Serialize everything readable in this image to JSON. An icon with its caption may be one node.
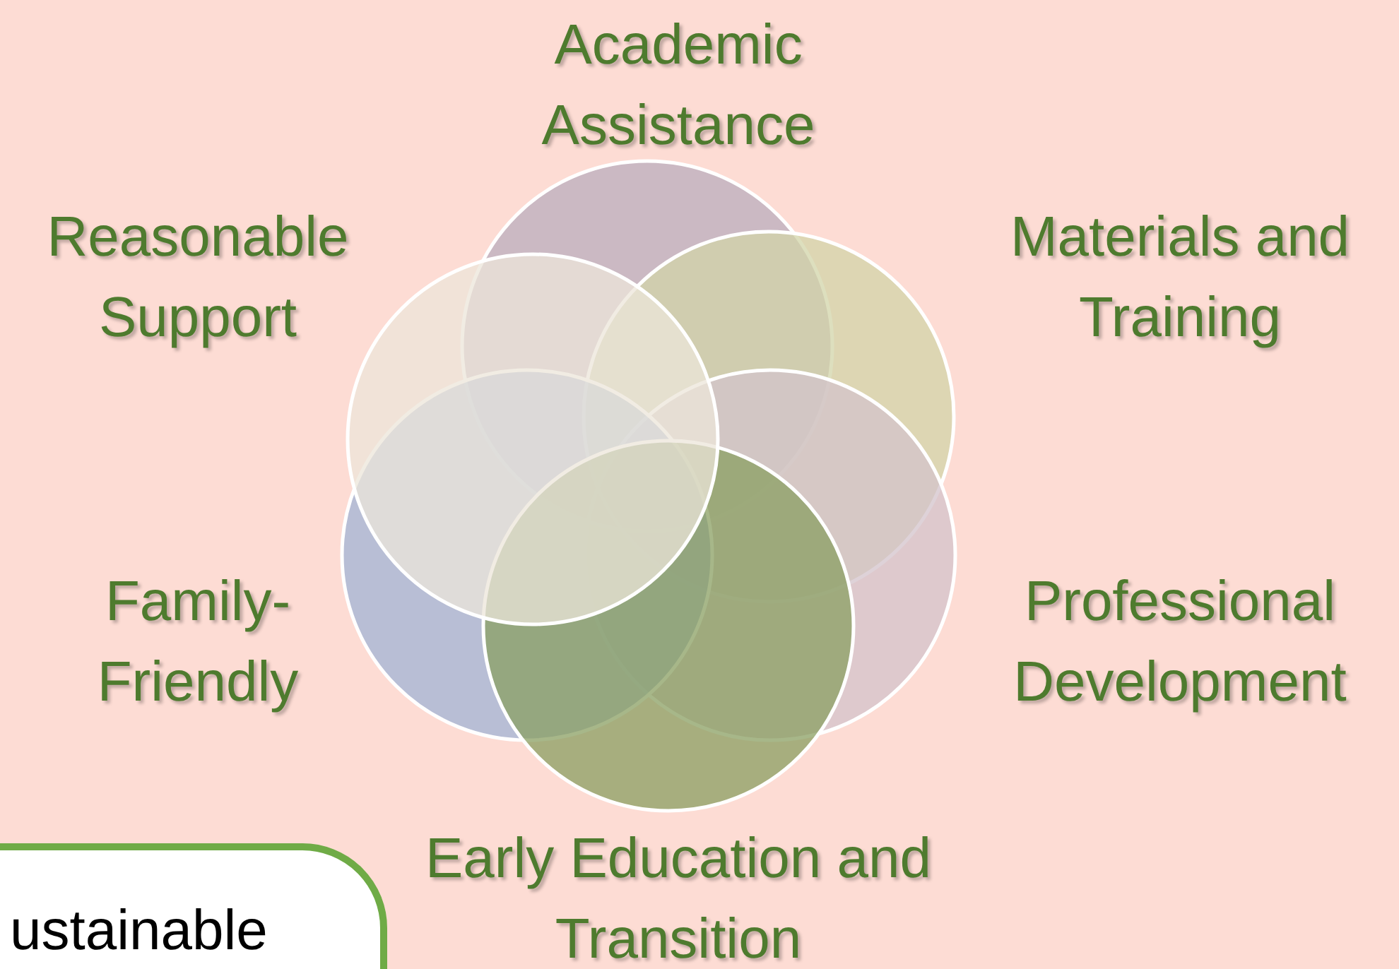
{
  "diagram": {
    "nodes": [
      {
        "text": [
          "Academic Assistance"
        ]
      },
      {
        "text": [
          "Materials and Training"
        ]
      },
      {
        "text": [
          "Professional Development"
        ]
      },
      {
        "text": [
          "Early Education and Transition"
        ]
      },
      {
        "text": [
          "Family-Friendly"
        ]
      },
      {
        "text": [
          "Reasonable Support"
        ]
      },
      {
        "text": [
          "ustainable"
        ]
      }
    ]
  }
}
